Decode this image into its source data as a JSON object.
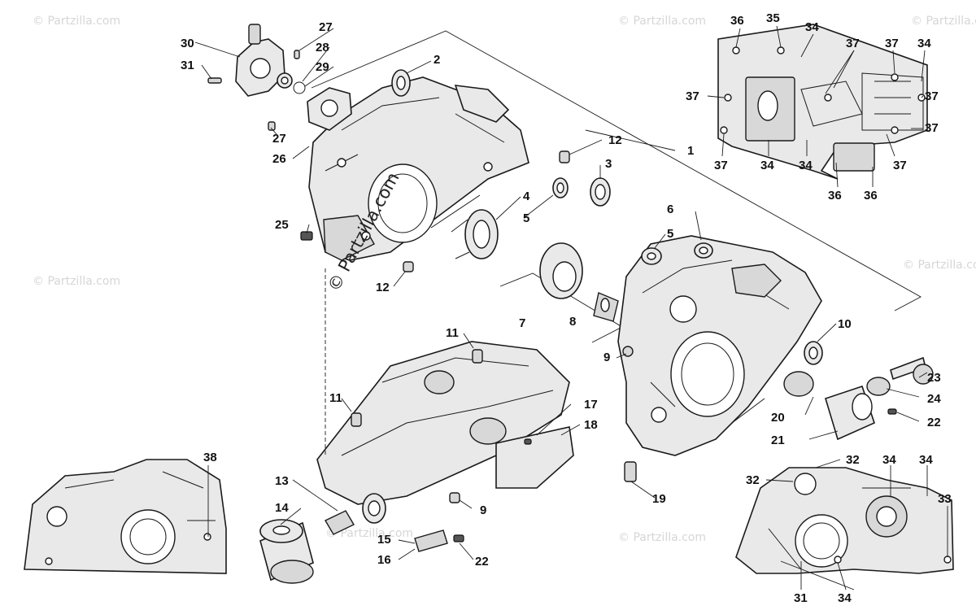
{
  "watermark": {
    "main": "© Partzilla.com",
    "repeat": "© Partzilla.com"
  },
  "labels": {
    "l1": "1",
    "l2": "2",
    "l3": "3",
    "l4": "4",
    "l5a": "5",
    "l5b": "5",
    "l6": "6",
    "l7": "7",
    "l8": "8",
    "l9a": "9",
    "l9b": "9",
    "l10": "10",
    "l11a": "11",
    "l11b": "11",
    "l12a": "12",
    "l12b": "12",
    "l13": "13",
    "l14": "14",
    "l15": "15",
    "l16": "16",
    "l17": "17",
    "l18": "18",
    "l19": "19",
    "l20": "20",
    "l21": "21",
    "l22a": "22",
    "l22b": "22",
    "l23": "23",
    "l24": "24",
    "l25": "25",
    "l26": "26",
    "l27a": "27",
    "l27b": "27",
    "l28": "28",
    "l29": "29",
    "l30": "30",
    "l31a": "31",
    "l31b": "31",
    "l32a": "32",
    "l32b": "32",
    "l33": "33",
    "l34a": "34",
    "l34b": "34",
    "l34c": "34",
    "l34d": "34",
    "l34e": "34",
    "l34f": "34",
    "l34g": "34",
    "l35": "35",
    "l36a": "36",
    "l36b": "36",
    "l36c": "36",
    "l37a": "37",
    "l37b": "37",
    "l37c": "37",
    "l37d": "37",
    "l37e": "37",
    "l37f": "37",
    "l37g": "37",
    "l37h": "37",
    "l38": "38"
  }
}
